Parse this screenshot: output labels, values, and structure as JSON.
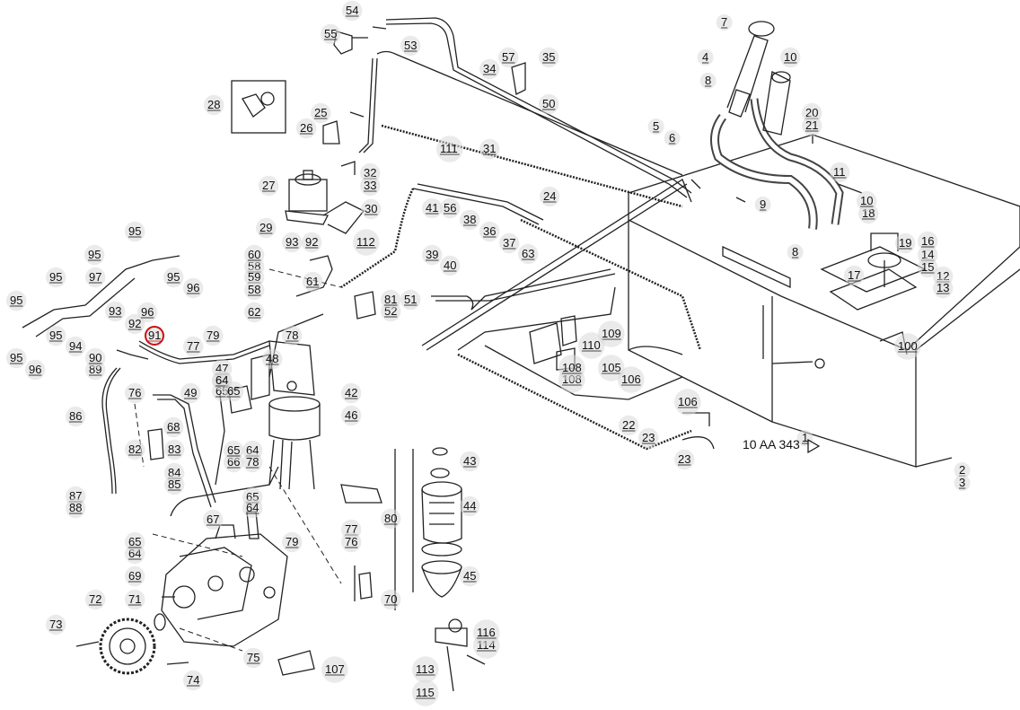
{
  "diagram": {
    "caption": "10 AA 343",
    "highlight_color": "#cc1111",
    "highlighted_part": "91",
    "labels": [
      "1",
      "2",
      "3",
      "4",
      "5",
      "6",
      "7",
      "8",
      "9",
      "10",
      "11",
      "12",
      "13",
      "14",
      "15",
      "16",
      "17",
      "18",
      "19",
      "20",
      "21",
      "22",
      "23",
      "24",
      "25",
      "26",
      "27",
      "28",
      "29",
      "30",
      "31",
      "32",
      "33",
      "34",
      "35",
      "36",
      "37",
      "38",
      "39",
      "40",
      "41",
      "42",
      "43",
      "44",
      "45",
      "46",
      "47",
      "48",
      "49",
      "50",
      "51",
      "52",
      "53",
      "54",
      "55",
      "56",
      "57",
      "58",
      "59",
      "60",
      "61",
      "62",
      "63",
      "64",
      "65",
      "66",
      "67",
      "68",
      "69",
      "70",
      "71",
      "72",
      "73",
      "74",
      "75",
      "76",
      "77",
      "78",
      "79",
      "80",
      "81",
      "82",
      "83",
      "84",
      "85",
      "86",
      "87",
      "88",
      "89",
      "90",
      "91",
      "92",
      "93",
      "94",
      "95",
      "96",
      "97",
      "100",
      "105",
      "106",
      "107",
      "108",
      "109",
      "110",
      "111",
      "112",
      "113",
      "114",
      "115",
      "116"
    ]
  }
}
